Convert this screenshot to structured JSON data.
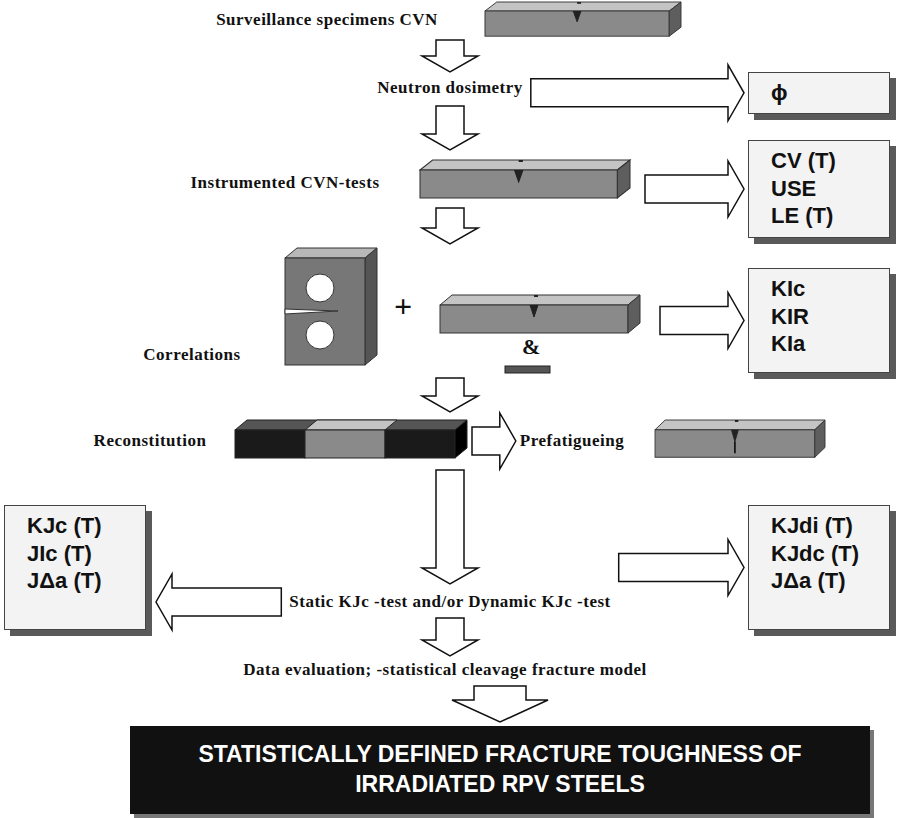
{
  "diagram": {
    "nodes": [
      {
        "text": [
          "Surveillance specimens CVN"
        ]
      },
      {
        "text": [
          "Neutron dosimetry"
        ]
      },
      {
        "text": [
          "ϕ"
        ]
      },
      {
        "text": [
          "Instrumented CVN-tests"
        ]
      },
      {
        "text": [
          "CV (T)",
          "USE",
          "LE (T)"
        ]
      },
      {
        "text": [
          "Correlations"
        ]
      },
      {
        "text": [
          "KIc",
          "KIR",
          "KIa"
        ]
      },
      {
        "text": [
          "Reconstitution"
        ]
      },
      {
        "text": [
          "Prefatigueing"
        ]
      },
      {
        "text": [
          "Static KJc -test and/or Dynamic KJc -test"
        ]
      },
      {
        "text": [
          "KJc (T)",
          "JIc (T)",
          "JΔa (T)"
        ]
      },
      {
        "text": [
          "KJdi (T)",
          "KJdc (T)",
          "JΔa (T)"
        ]
      },
      {
        "text": [
          "Data evaluation; -statistical cleavage fracture model"
        ]
      },
      {
        "text": [
          "STATISTICALLY DEFINED FRACTURE TOUGHNESS OF IRRADIATED RPV STEELS"
        ]
      }
    ],
    "edges": [
      {
        "from": 0,
        "to": 1,
        "arrow": "to"
      },
      {
        "from": 1,
        "to": 2,
        "arrow": "to"
      },
      {
        "from": 1,
        "to": 3,
        "arrow": "to"
      },
      {
        "from": 3,
        "to": 4,
        "arrow": "to"
      },
      {
        "from": 3,
        "to": 5,
        "arrow": "to"
      },
      {
        "from": 5,
        "to": 6,
        "arrow": "to"
      },
      {
        "from": 5,
        "to": 7,
        "arrow": "to"
      },
      {
        "from": 7,
        "to": 8,
        "arrow": "to"
      },
      {
        "from": 7,
        "to": 9,
        "arrow": "to"
      },
      {
        "from": 9,
        "to": 10,
        "arrow": "to"
      },
      {
        "from": 9,
        "to": 11,
        "arrow": "to"
      },
      {
        "from": 9,
        "to": 12,
        "arrow": "to"
      },
      {
        "from": 12,
        "to": 13,
        "arrow": "to"
      }
    ],
    "labels": [
      "+",
      "&"
    ]
  }
}
